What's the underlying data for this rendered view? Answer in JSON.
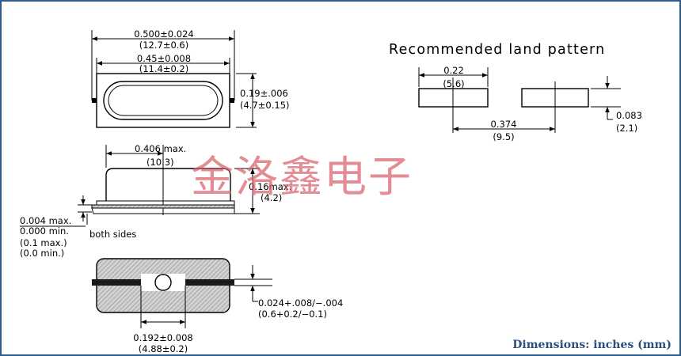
{
  "top_view": {
    "overall_length": "0.500±0.024",
    "overall_length_mm": "(12.7±0.6)",
    "inner_length": "0.45±0.008",
    "inner_length_mm": "(11.4±0.2)",
    "width": "0.19±.006",
    "width_mm": "(4.7±0.15)"
  },
  "side_view": {
    "length_max": "0.406 max.",
    "length_max_mm": "(10.3)",
    "height_max": "0.16max.",
    "height_max_mm": "(4.2)",
    "standoff_max": "0.004 max.",
    "standoff_min": "0.000 min.",
    "standoff_max_mm": "(0.1 max.)",
    "standoff_min_mm": "(0.0 min.)",
    "both_sides": "both sides"
  },
  "bottom_view": {
    "lead_thickness": "0.024+.008/−.004",
    "lead_thickness_mm": "(0.6+0.2/−0.1)",
    "pad_spacing": "0.192±0.008",
    "pad_spacing_mm": "(4.88±0.2)"
  },
  "land_pattern": {
    "title": "Recommended land pattern",
    "pad_length": "0.22",
    "pad_length_mm": "(5.6)",
    "pitch": "0.374",
    "pitch_mm": "(9.5)",
    "pad_width": "0.083",
    "pad_width_mm": "(2.1)"
  },
  "watermark": "金洛鑫电子",
  "footer": "Dimensions: inches (mm)"
}
